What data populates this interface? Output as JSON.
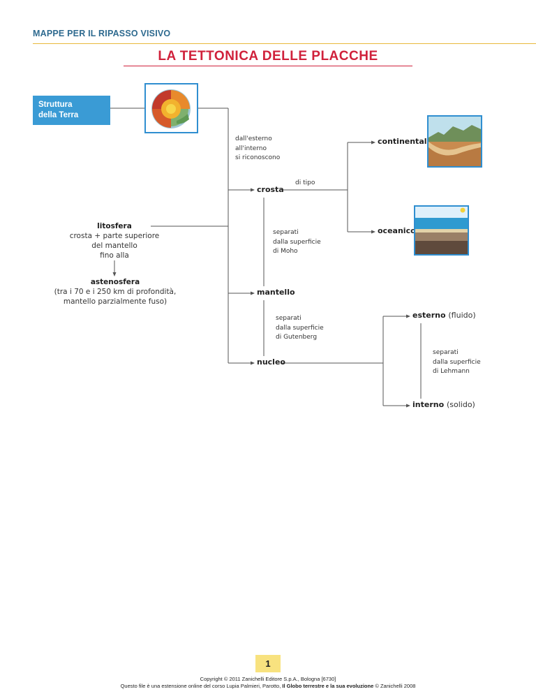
{
  "header": {
    "section_label": "MAPPE PER IL RIPASSO VISIVO"
  },
  "title": "LA TETTONICA DELLE PLACCHE",
  "map": {
    "root": {
      "line1": "Struttura",
      "line2": "della Terra"
    },
    "intro": [
      "dall'esterno",
      "all'interno",
      "si riconoscono"
    ],
    "crosta": {
      "label": "crosta",
      "connector": "di tipo"
    },
    "crust_types": {
      "continental": "continentale",
      "oceanic": "oceanico"
    },
    "separation_moho": [
      "separati",
      "dalla superficie",
      "di Moho"
    ],
    "mantello": {
      "label": "mantello"
    },
    "separation_gutenberg": [
      "separati",
      "dalla superficie",
      "di Gutenberg"
    ],
    "nucleo": {
      "label": "nucleo"
    },
    "core_outer": {
      "label": "esterno",
      "state": "(fluido)"
    },
    "core_inner": {
      "label": "interno",
      "state": "(solido)"
    },
    "separation_lehmann": [
      "separati",
      "dalla superficie",
      "di Lehmann"
    ],
    "litosfera": {
      "label": "litosfera",
      "desc": [
        "crosta + parte superiore",
        "del mantello",
        "fino alla"
      ]
    },
    "astenosfera": {
      "label": "astenosfera",
      "desc": [
        "(tra i 70 e i 250 km di profondità,",
        "mantello parzialmente fuso)"
      ]
    }
  },
  "colors": {
    "accent_blue": "#3a9bd5",
    "title_red": "#d0213b",
    "header_blue": "#2e6a8f",
    "rule_gold": "#e8b93a",
    "page_badge": "#f8e27f"
  },
  "icons": {
    "earth": "earth-cutaway-icon",
    "continental": "continental-crust-icon",
    "oceanic": "oceanic-crust-icon"
  },
  "footer": {
    "page_number": "1",
    "copyright": "Copyright © 2011 Zanichelli Editore S.p.A., Bologna [6730]",
    "line2_prefix": "Questo file è una estensione online del corso Lupia Palmieri, Parotto, ",
    "line2_book": "Il Globo terrestre e la sua evoluzione",
    "line2_suffix": " © Zanichelli 2008"
  }
}
